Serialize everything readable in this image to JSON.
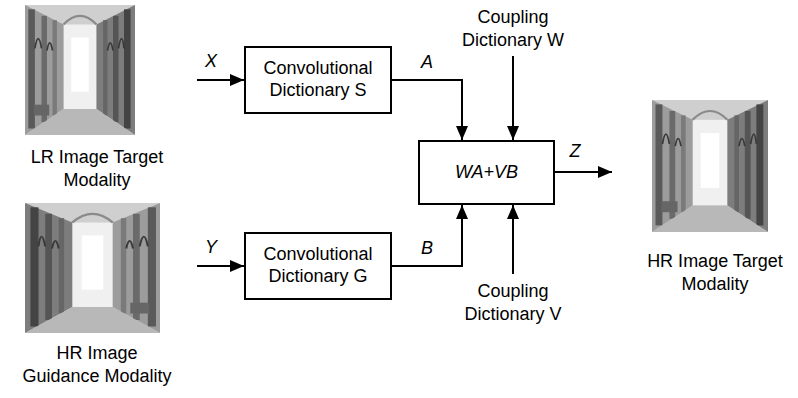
{
  "diagram": {
    "nodes": [
      {
        "text": [
          "Convolutional Dictionary S"
        ]
      },
      {
        "text": [
          "WA+VB"
        ]
      },
      {
        "text": [
          "Convolutional Dictionary G"
        ]
      }
    ],
    "edges": [
      {
        "from": 0,
        "to": 1,
        "arrow": "to",
        "label": "A"
      },
      {
        "from": 2,
        "to": 1,
        "arrow": "to",
        "label": "B"
      }
    ],
    "labels": [
      "X",
      "Coupling Dictionary W",
      "Z",
      "Y",
      "Coupling Dictionary V",
      "LR Image Target Modality",
      "HR Image Guidance Modality",
      "HR Image Target Modality"
    ]
  }
}
